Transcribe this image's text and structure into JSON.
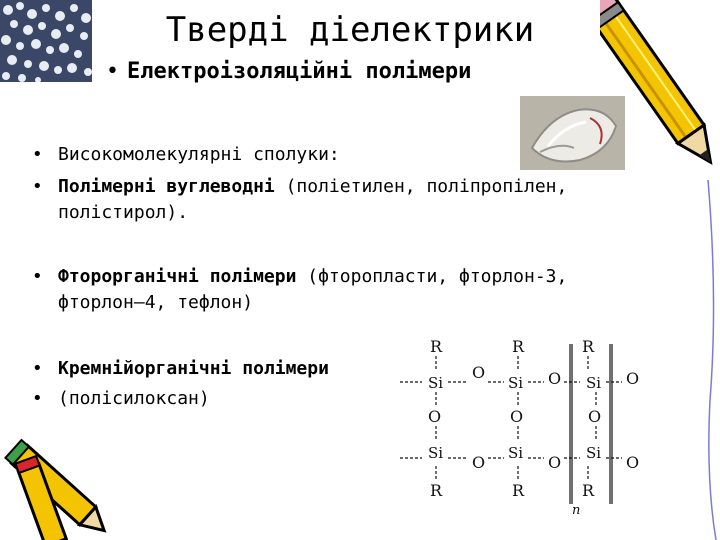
{
  "title": "Тверді діелектрики",
  "subtitle": "Електроізоляційні полімери",
  "bullets": [
    {
      "text": "Високомолекулярні сполуки:"
    },
    {
      "bold": "Полімерні вуглеводні",
      "rest": " (поліетилен, поліпропілен,",
      "line2": "полістирол)."
    },
    {
      "bold": "Фторорганічні полімери",
      "rest": " (фторопласти, фторлон-3,",
      "line2": "фторлон–4, тефлон)"
    },
    {
      "bold": "Кремнійорганічні полімери",
      "rest": ""
    },
    {
      "text": "(полісилоксан)"
    }
  ],
  "formula": {
    "R": "R",
    "Si": "Si",
    "O": "O",
    "n": "n"
  }
}
